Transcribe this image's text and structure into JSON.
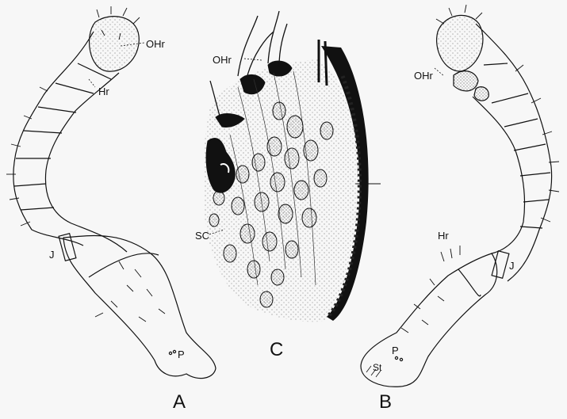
{
  "panels": {
    "a": {
      "letter": "A",
      "labels": {
        "ohr": "OHr",
        "hr": "Hr",
        "j": "J",
        "p": "P"
      }
    },
    "b": {
      "letter": "B",
      "labels": {
        "ohr": "OHr",
        "hr": "Hr",
        "j": "J",
        "p": "P",
        "st": "St"
      }
    },
    "c": {
      "letter": "C",
      "labels": {
        "ohr": "OHr",
        "sc": "SC"
      }
    }
  }
}
